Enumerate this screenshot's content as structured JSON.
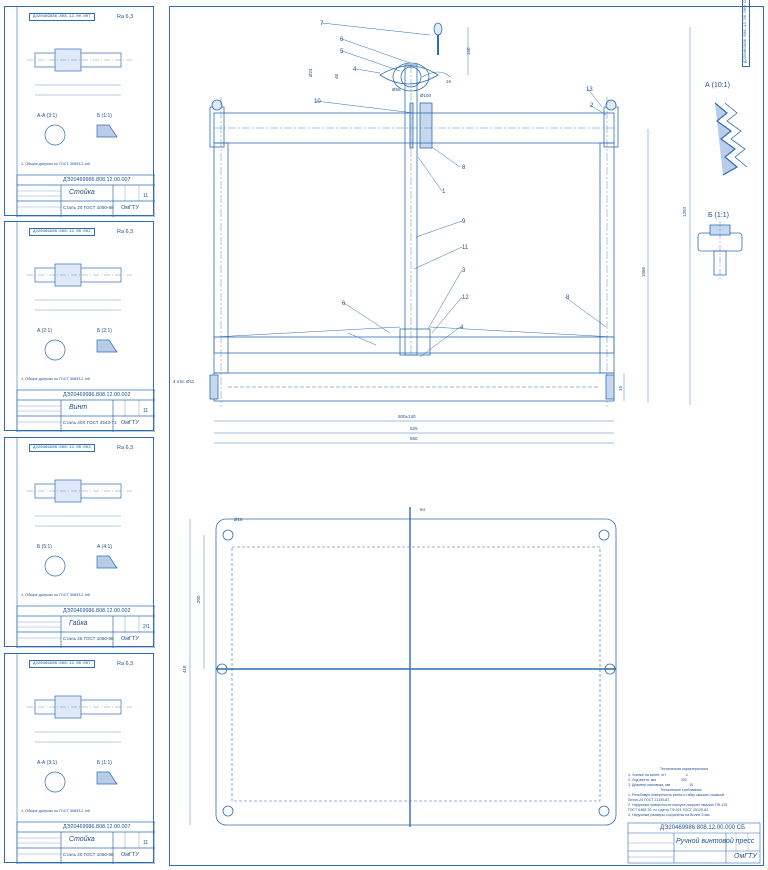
{
  "sheets": [
    {
      "code_box": "ДЭ20469986.808.12.00.007",
      "roughness": "Ra 6,3",
      "note": "1. Общие допуски по ГОСТ 30893.2-mK",
      "section_labels": [
        "А-А (3:1)",
        "Б (1:1)"
      ],
      "doc_number": "ДЭ20469986.808.12.00.007",
      "part_name": "Стойка",
      "material": "Сталь 20 ГОСТ 1050-88",
      "org": "ОмГТУ",
      "sheet_no": "11"
    },
    {
      "code_box": "ДЭ20469986.808.12.00.002",
      "roughness": "Ra 6,3",
      "note": "1. Общие допуски по ГОСТ 30893.2-mK",
      "section_labels": [
        "А (2:1)",
        "Б (2:1)"
      ],
      "doc_number": "ДЭ20469986.808.12.00.002",
      "part_name": "Винт",
      "material": "Сталь 40Х ГОСТ 4543-71",
      "org": "ОмГТУ",
      "sheet_no": "11"
    },
    {
      "code_box": "ДЭ20469986.808.12.00.003",
      "roughness": "Ra 6,3",
      "note": "1. Общие допуски по ГОСТ 30893.2-mK",
      "section_labels": [
        "Б (5:1)",
        "А (4:1)"
      ],
      "doc_number": "ДЭ20469986.808.12.00.002",
      "part_name": "Гайка",
      "material": "Сталь 25 ГОСТ 1050-88",
      "org": "ОмГТУ",
      "sheet_no": "2/1"
    },
    {
      "code_box": "ДЭ20469986.808.12.00.007",
      "roughness": "Ra 6,3",
      "note": "1. Общие допуски по ГОСТ 30893.2-mK",
      "section_labels": [
        "А-А (3:1)",
        "Б (1:1)"
      ],
      "doc_number": "ДЭ20469986.808.12.00.007",
      "part_name": "Стойка",
      "material": "Сталь 20 ГОСТ 1050-88",
      "org": "ОмГТУ",
      "sheet_no": "11"
    }
  ],
  "main": {
    "code_box": "ДЭ20469986.808.12.00.000 СБ",
    "doc_number": "ДЭ20469986.808.12.00.000 СБ",
    "title": "Ручной винтовой пресс",
    "org": "ОмГТУ",
    "detail_a": "А (10:1)",
    "detail_b": "Б (1:1)",
    "callouts": [
      "7",
      "6",
      "5",
      "4",
      "10",
      "13",
      "2",
      "8",
      "1",
      "9",
      "11",
      "3",
      "12",
      "4",
      "8",
      "6"
    ],
    "dims_top": [
      "150",
      "Ø56",
      "Ø100",
      "Ø24",
      "16",
      "48"
    ],
    "dims_main": [
      "500±140",
      "525",
      "550",
      "1393",
      "1086",
      "15",
      "4 отв. Ø11"
    ],
    "dims_plan": [
      "Ø16",
      "64",
      "200",
      "418"
    ],
    "tech": {
      "head": "Техническая характеристика",
      "lines": [
        "1. Усилие на винте, кН                    4",
        "2. Ход винта, мм                         300",
        "3. Диаметр маховика, мм                   15"
      ],
      "req_head": "Технические требования",
      "req_lines": [
        "1. Резьбовую поверхность винта и гайку смазать смазкой",
        "Литол-24 ГОСТ 21150-87.",
        "2. Наружные поверхности корпуса покрыть эмалью ПФ-115",
        "ГОСТ 6465-76  по грунту ГФ-021 ГОСТ 25129-82.",
        "3. Наружные размеры сохранены на Волне 5 мм"
      ]
    }
  }
}
